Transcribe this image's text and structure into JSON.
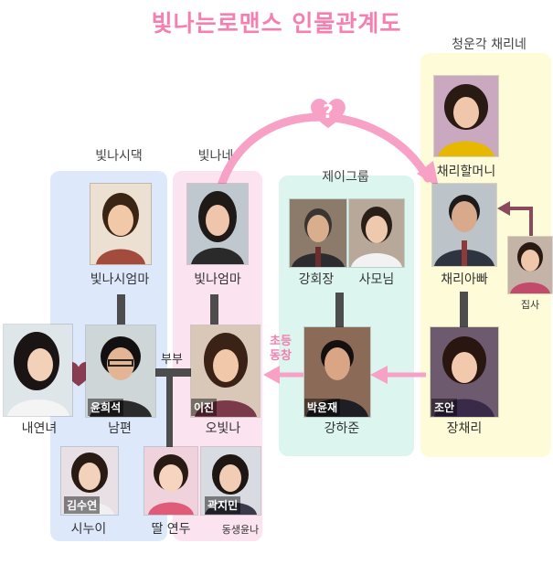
{
  "title": "빛나는로맨스 인물관계도",
  "groups": {
    "binasidaek": "빛나시댁",
    "binane": "빛나네",
    "jei": "제이그룹",
    "cheongungak": "청운각 채리네"
  },
  "people": {
    "binasi_mom": {
      "role": "빛나시엄마",
      "photo_icon": "portrait-photo"
    },
    "bina_mom": {
      "role": "빛나엄마",
      "photo_icon": "portrait-photo"
    },
    "kang_chair": {
      "role": "강회장",
      "photo_icon": "portrait-photo"
    },
    "samonim": {
      "role": "사모님",
      "photo_icon": "portrait-photo"
    },
    "chaeri_grandma": {
      "role": "채리할머니",
      "photo_icon": "portrait-photo"
    },
    "chaeri_dad": {
      "role": "채리아빠",
      "photo_icon": "portrait-photo"
    },
    "butler": {
      "role": "집사",
      "photo_icon": "portrait-photo"
    },
    "girlfriend": {
      "role": "내연녀",
      "photo_icon": "portrait-photo"
    },
    "husband": {
      "role": "남편",
      "actor": "윤희석",
      "photo_icon": "portrait-photo"
    },
    "obitna": {
      "role": "오빛나",
      "actor": "이진",
      "photo_icon": "portrait-photo"
    },
    "kanghajun": {
      "role": "강하준",
      "actor": "박윤재",
      "photo_icon": "portrait-photo"
    },
    "jangchaeri": {
      "role": "장채리",
      "actor": "조안",
      "photo_icon": "portrait-photo"
    },
    "sinuyi": {
      "role": "시누이",
      "actor": "김수연",
      "photo_icon": "portrait-photo"
    },
    "daughter": {
      "role": "딸 연두",
      "photo_icon": "portrait-photo"
    },
    "sister": {
      "role": "동생윤나",
      "actor": "곽지민",
      "photo_icon": "portrait-photo"
    }
  },
  "relations": {
    "couple": "부부",
    "classmates": "초등\n동창",
    "question_mark": "?"
  },
  "colors": {
    "title": "#f47fb0",
    "group_blue": "#dde9fb",
    "group_pink": "#fbe3ef",
    "group_mint": "#dcf5ee",
    "group_yellow": "#fdfbd8",
    "pink_arrow": "#f7a1c6",
    "dark_arrow": "#8a4a5c",
    "heart_dark": "#8a3d52"
  },
  "icons": {
    "heart": "heart-icon",
    "arrow": "arrow-icon"
  }
}
